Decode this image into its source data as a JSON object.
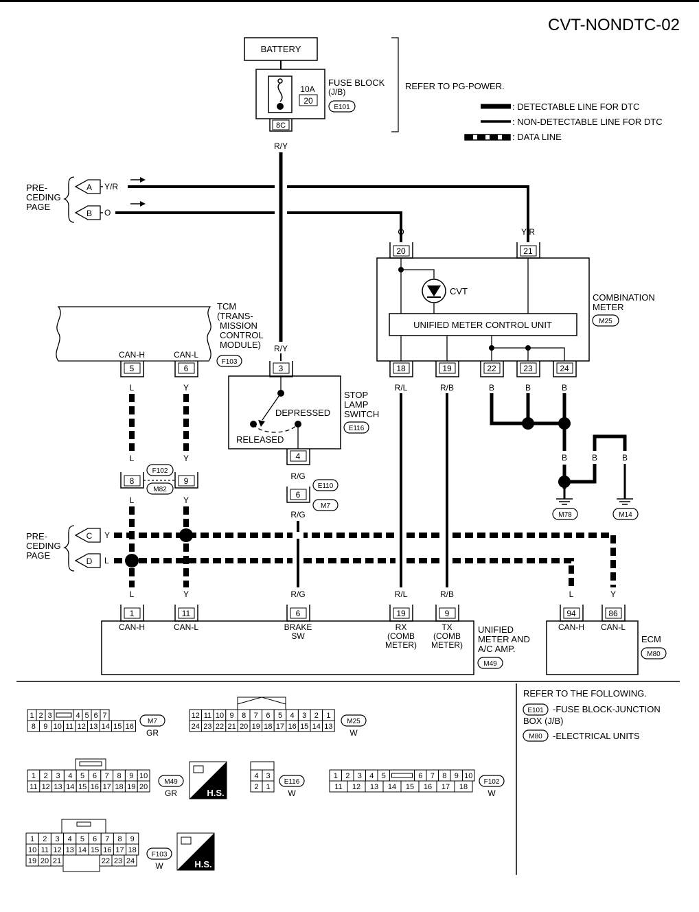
{
  "page_id": "CVT-NONDTC-02",
  "power": {
    "battery": "BATTERY",
    "fuse_amp": "10A",
    "fuse_no": "20",
    "fuse_block": "FUSE BLOCK",
    "fuse_block_sub": "(J/B)",
    "fuse_conn": "E101",
    "fuse_term": "8C",
    "refer": "REFER TO PG-POWER."
  },
  "legend": {
    "detectable": ": DETECTABLE LINE FOR DTC",
    "non_detectable": ": NON-DETECTABLE LINE FOR DTC",
    "data_line": ": DATA LINE"
  },
  "preceding": {
    "line1": "PRE-",
    "line2": "CEDING",
    "line3": "PAGE",
    "a": "A",
    "b": "B",
    "c": "C",
    "d": "D"
  },
  "wires": {
    "ry": "R/Y",
    "yr": "Y/R",
    "o": "O",
    "rl": "R/L",
    "rb": "R/B",
    "b": "B",
    "l": "L",
    "y": "Y",
    "rg": "R/G"
  },
  "combination_meter": {
    "name1": "COMBINATION",
    "name2": "METER",
    "conn": "M25",
    "t20": "20",
    "t21": "21",
    "t18": "18",
    "t19": "19",
    "t22": "22",
    "t23": "23",
    "t24": "24",
    "cvt": "CVT",
    "unit": "UNIFIED METER CONTROL UNIT"
  },
  "tcm": {
    "line1": "TCM",
    "line2": "(TRANS-",
    "line3": "MISSION",
    "line4": "CONTROL",
    "line5": "MODULE)",
    "conn": "F103",
    "canh": "CAN-H",
    "canl": "CAN-L",
    "t5": "5",
    "t6": "6"
  },
  "stop_lamp": {
    "line1": "STOP",
    "line2": "LAMP",
    "line3": "SWITCH",
    "conn": "E116",
    "t3": "3",
    "t4": "4",
    "depressed": "DEPRESSED",
    "released": "RELEASED"
  },
  "joints": {
    "f102": "F102",
    "m82": "M82",
    "t8": "8",
    "t9": "9",
    "e110": "E110",
    "m7": "M7",
    "t6": "6"
  },
  "grounds": {
    "m78": "M78",
    "m14": "M14"
  },
  "unified_amp": {
    "line1": "UNIFIED",
    "line2": "METER AND",
    "line3": "A/C AMP.",
    "conn": "M49",
    "t1": "1",
    "t11": "11",
    "t6": "6",
    "t19": "19",
    "t9": "9",
    "canh": "CAN-H",
    "canl": "CAN-L",
    "brake1": "BRAKE",
    "brake2": "SW",
    "rx1": "RX",
    "rx2": "(COMB",
    "rx3": "METER)",
    "tx1": "TX",
    "tx2": "(COMB",
    "tx3": "METER)"
  },
  "ecm": {
    "name": "ECM",
    "conn": "M80",
    "t94": "94",
    "t86": "86",
    "canh": "CAN-H",
    "canl": "CAN-L"
  },
  "references": {
    "title": "REFER TO THE FOLLOWING.",
    "e101": "E101",
    "e101_text1": "-FUSE BLOCK-JUNCTION",
    "e101_text2": "BOX (J/B)",
    "m80": "M80",
    "m80_text": "-ELECTRICAL UNITS"
  },
  "connectors": {
    "m7": {
      "id": "M7",
      "color": "GR",
      "row1": [
        "1",
        "2",
        "3",
        "",
        "4",
        "5",
        "6",
        "7"
      ],
      "row2": [
        "8",
        "9",
        "10",
        "11",
        "12",
        "13",
        "14",
        "15",
        "16"
      ]
    },
    "m25": {
      "id": "M25",
      "color": "W",
      "row1": [
        "12",
        "11",
        "10",
        "9",
        "8",
        "7",
        "6",
        "5",
        "4",
        "3",
        "2",
        "1"
      ],
      "row2": [
        "24",
        "23",
        "22",
        "21",
        "20",
        "19",
        "18",
        "17",
        "16",
        "15",
        "14",
        "13"
      ]
    },
    "m49": {
      "id": "M49",
      "color": "GR",
      "row1": [
        "1",
        "2",
        "3",
        "4",
        "5",
        "6",
        "7",
        "8",
        "9",
        "10"
      ],
      "row2": [
        "11",
        "12",
        "13",
        "14",
        "15",
        "16",
        "17",
        "18",
        "19",
        "20"
      ]
    },
    "e116": {
      "id": "E116",
      "color": "W",
      "row1": [
        "4",
        "3"
      ],
      "row2": [
        "2",
        "1"
      ]
    },
    "f102": {
      "id": "F102",
      "color": "W",
      "row1": [
        "1",
        "2",
        "3",
        "4",
        "5",
        "",
        "6",
        "7",
        "8",
        "9",
        "10"
      ],
      "row2": [
        "11",
        "12",
        "13",
        "14",
        "15",
        "16",
        "17",
        "18"
      ]
    },
    "f103": {
      "id": "F103",
      "color": "W",
      "row1": [
        "1",
        "2",
        "3",
        "4",
        "5",
        "6",
        "7",
        "8",
        "9"
      ],
      "row2": [
        "10",
        "11",
        "12",
        "13",
        "14",
        "15",
        "16",
        "17",
        "18"
      ],
      "row3": [
        "19",
        "20",
        "21",
        "22",
        "23",
        "24"
      ]
    },
    "hs": "H.S."
  }
}
